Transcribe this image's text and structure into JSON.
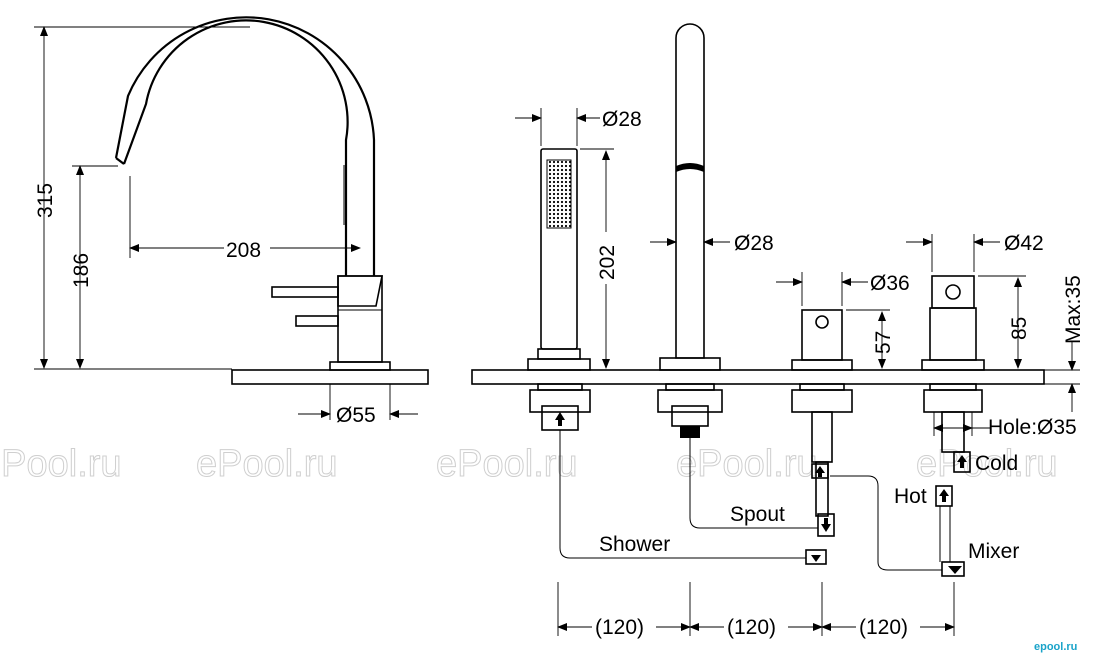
{
  "dimensions": {
    "height_total": "315",
    "height_spout_outlet": "186",
    "spout_reach": "208",
    "base_diameter": "Ø55",
    "shower_head_diameter": "Ø28",
    "shower_head_height": "202",
    "spout_diameter": "Ø28",
    "valve_diameter": "Ø36",
    "valve_height": "57",
    "mixer_diameter": "Ø42",
    "mixer_height": "85",
    "max_deck_thickness": "Max:35",
    "hole_diameter": "Hole:Ø35",
    "spacing_1": "(120)",
    "spacing_2": "(120)",
    "spacing_3": "(120)"
  },
  "labels": {
    "cold": "Cold",
    "hot": "Hot",
    "mixer": "Mixer",
    "spout": "Spout",
    "shower": "Shower"
  },
  "watermark": {
    "text": "ePool.ru",
    "corner_brand": "epool.ru"
  }
}
